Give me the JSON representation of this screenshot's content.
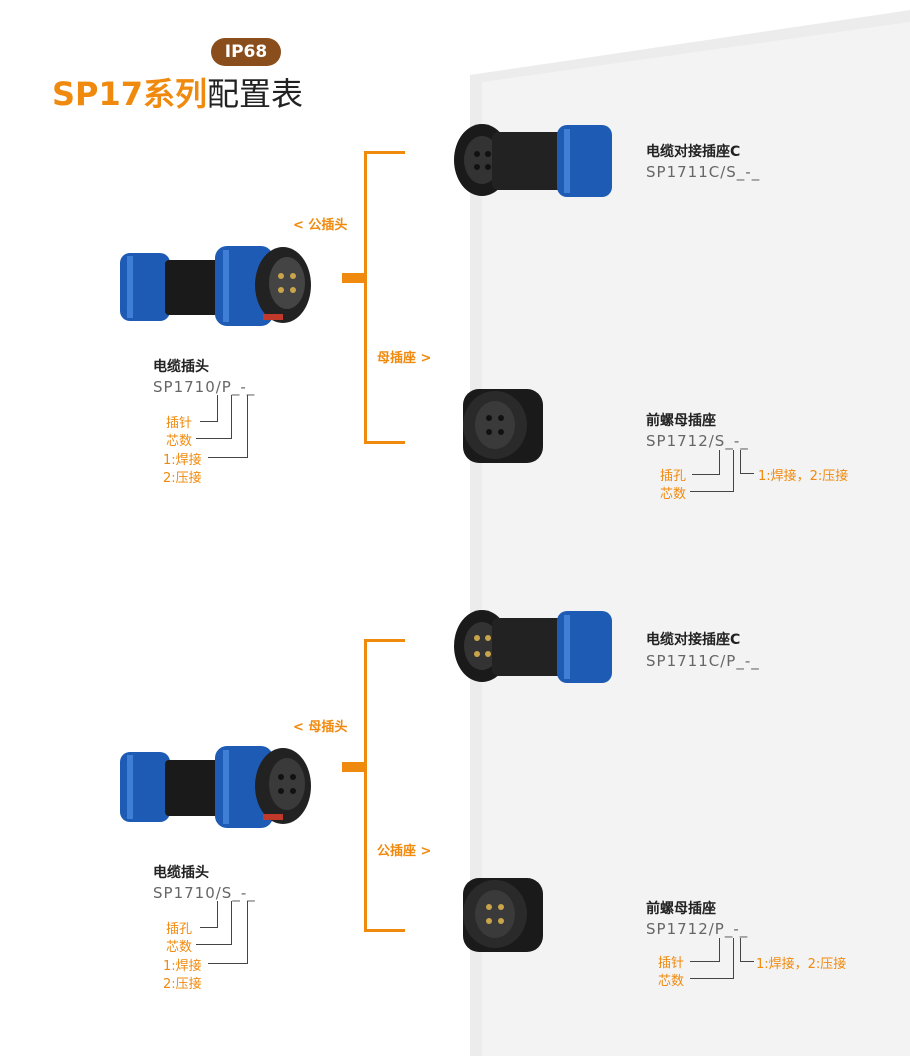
{
  "header": {
    "badge": "IP68",
    "title_highlight": "SP17系列",
    "title_rest": "配置表"
  },
  "colors": {
    "accent": "#f08a0e",
    "badge_bg": "#8a4e1c",
    "connector_blue": "#1e5bb5",
    "panel_grey": "#ececec"
  },
  "group1": {
    "plug": {
      "name": "电缆插头",
      "code": "SP1710/P_-_",
      "anno": [
        "插针",
        "芯数",
        "1:焊接",
        "2:压接"
      ]
    },
    "branch_top": "< 公插头",
    "branch_bottom": "母插座 >",
    "right_top": {
      "name": "电缆对接插座C",
      "code": "SP1711C/S_-_"
    },
    "right_bottom": {
      "name": "前螺母插座",
      "code": "SP1712/S_-_",
      "anno": [
        "插孔",
        "芯数",
        "1:焊接，2:压接"
      ]
    }
  },
  "group2": {
    "plug": {
      "name": "电缆插头",
      "code": "SP1710/S_-_",
      "anno": [
        "插孔",
        "芯数",
        "1:焊接",
        "2:压接"
      ]
    },
    "branch_top": "< 母插头",
    "branch_bottom": "公插座 >",
    "right_top": {
      "name": "电缆对接插座C",
      "code": "SP1711C/P_-_"
    },
    "right_bottom": {
      "name": "前螺母插座",
      "code": "SP1712/P_-_",
      "anno": [
        "插针",
        "芯数",
        "1:焊接，2:压接"
      ]
    }
  }
}
